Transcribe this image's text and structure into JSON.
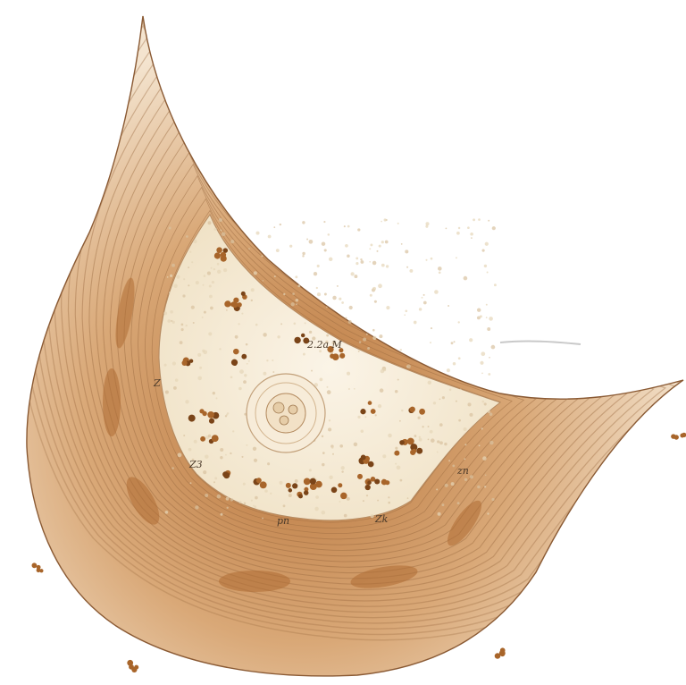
{
  "figure": {
    "kind": "histological-illustration",
    "colors": {
      "background": "#ffffff",
      "outer_band_light": "#f3e2cd",
      "outer_band_dark": "#c48a54",
      "contour_line": "#9a6a40",
      "inner_area": "#f5ebd8",
      "granule": "#a8652a",
      "granule_dark": "#7a4418"
    },
    "labels": {
      "top_right_cluster": "2.2a M",
      "left_mark": "Z",
      "left_lower": "Z3",
      "bottom_center": "pn",
      "bottom_right_center": "Zk",
      "right_mark": "zn"
    }
  }
}
